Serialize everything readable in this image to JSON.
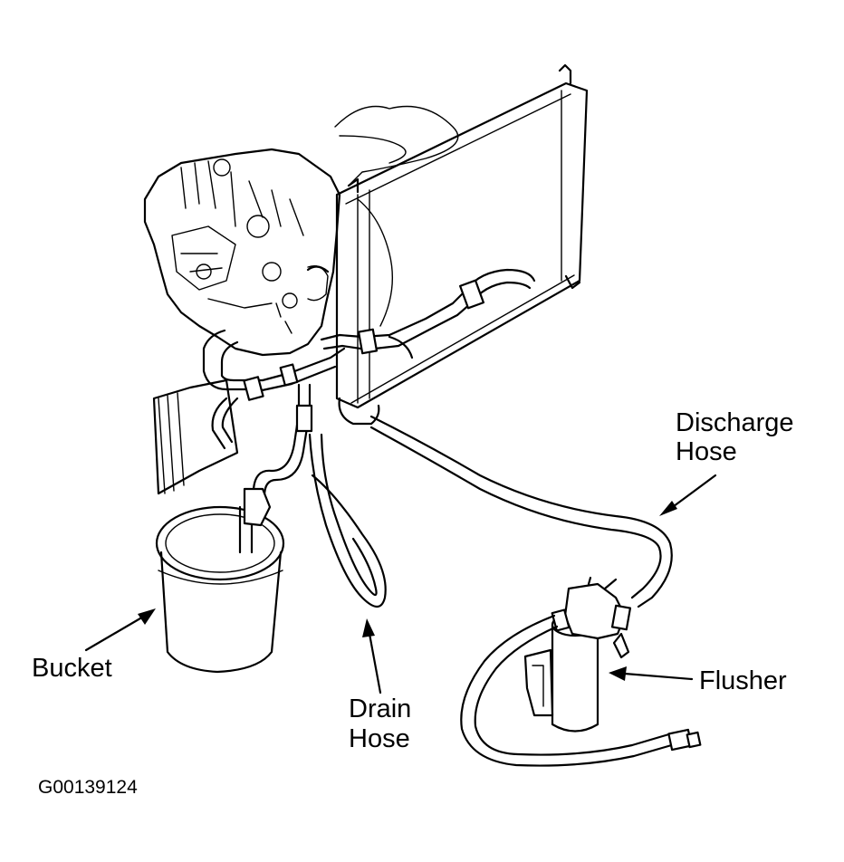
{
  "labels": {
    "discharge_hose": [
      "Discharge",
      "Hose"
    ],
    "bucket": "Bucket",
    "drain_hose": [
      "Drain",
      "Hose"
    ],
    "flusher": "Flusher"
  },
  "figure_code": "G00139124"
}
